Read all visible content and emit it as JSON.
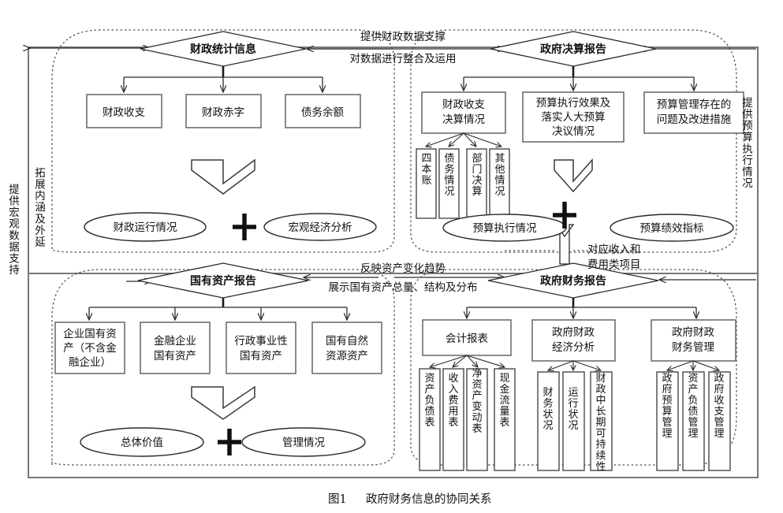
{
  "figure": {
    "caption_no": "图1",
    "caption_title": "政府财务信息的协同关系"
  },
  "side_labels": {
    "left_outer": "提供宏观数据支持",
    "left_inner": "拓展内涵及外延",
    "right_top": "提供预算执行情况"
  },
  "connector_labels": {
    "top_upper": "提供财政数据支撑",
    "top_lower": "对数据进行整合及运用",
    "bottom_upper": "反映资产变化趋势",
    "bottom_lower": "展示国有资产总量、结构及分布",
    "vertical_link_line1": "对应收入和",
    "vertical_link_line2": "费用类项目"
  },
  "quadrants": {
    "top_left": {
      "diamond": "财政统计信息",
      "boxes": [
        "财政收支",
        "财政赤字",
        "债务余额"
      ],
      "ellipses": [
        "财政运行情况",
        "宏观经济分析"
      ],
      "plus": "+"
    },
    "top_right": {
      "diamond": "政府决算报告",
      "boxes": [
        {
          "label_lines": [
            "财政收支",
            "决算情况"
          ],
          "children": [
            "四本账",
            "债务情况",
            "部门决算",
            "其他情况"
          ]
        },
        {
          "label_lines": [
            "预算执行效果及",
            "落实人大预算",
            "决议情况"
          ],
          "children": []
        },
        {
          "label_lines": [
            "预算管理存在的",
            "问题及改进措施"
          ],
          "children": []
        }
      ],
      "ellipses": [
        "预算执行情况",
        "预算绩效指标"
      ],
      "plus": "+"
    },
    "bottom_left": {
      "diamond": "国有资产报告",
      "boxes": [
        {
          "label_lines": [
            "企业国有资",
            "产（不含金",
            "融企业）"
          ]
        },
        {
          "label_lines": [
            "金融企业",
            "国有资产"
          ]
        },
        {
          "label_lines": [
            "行政事业性",
            "国有资产"
          ]
        },
        {
          "label_lines": [
            "国有自然",
            "资源资产"
          ]
        }
      ],
      "ellipses": [
        "总体价值",
        "管理情况"
      ],
      "plus": "+"
    },
    "bottom_right": {
      "diamond": "政府财务报告",
      "boxes": [
        {
          "label_lines": [
            "会计报表"
          ],
          "children": [
            "资产负债表",
            "收入费用表",
            "净资产变动表",
            "现金流量表"
          ]
        },
        {
          "label_lines": [
            "政府财政",
            "经济分析"
          ],
          "children": [
            "财务状况",
            "运行状况",
            "财政中长期可持续性"
          ]
        },
        {
          "label_lines": [
            "政府财政",
            "财务管理"
          ],
          "children": [
            "政府预算管理",
            "资产负债管理",
            "政府收支管理"
          ]
        }
      ]
    }
  },
  "colors": {
    "box_stroke": "#6e6e6e",
    "line": "#2b2b2b",
    "dashed": "#555555",
    "outer_border": "#777777",
    "text": "#111111"
  },
  "icons": {
    "chevron": "chevron-down-icon",
    "plus": "plus-icon",
    "arrow": "arrow-icon"
  }
}
